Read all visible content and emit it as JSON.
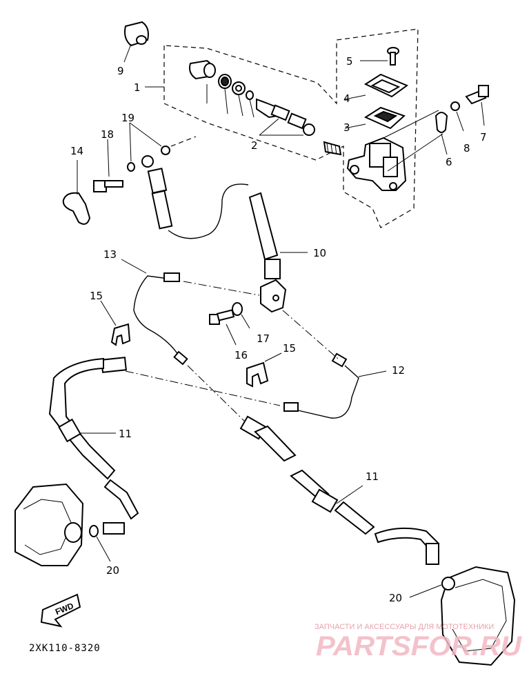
{
  "diagram": {
    "callouts": {
      "c1": "1",
      "c2": "2",
      "c3": "3",
      "c4": "4",
      "c5": "5",
      "c6": "6",
      "c7": "7",
      "c8": "8",
      "c9": "9",
      "c10": "10",
      "c11a": "11",
      "c11b": "11",
      "c12": "12",
      "c13": "13",
      "c14": "14",
      "c15a": "15",
      "c15b": "15",
      "c16": "16",
      "c17": "17",
      "c18": "18",
      "c19": "19",
      "c20a": "20",
      "c20b": "20"
    },
    "fwd_label": "FWD",
    "diagram_code": "2XK110-8320"
  },
  "watermark": {
    "caption": "ЗАПЧАСТИ И АКСЕССУАРЫ ДЛЯ МОТОТЕХНИКИ",
    "brand": "PARTSFOR.RU",
    "color": "#f2b8c2"
  }
}
